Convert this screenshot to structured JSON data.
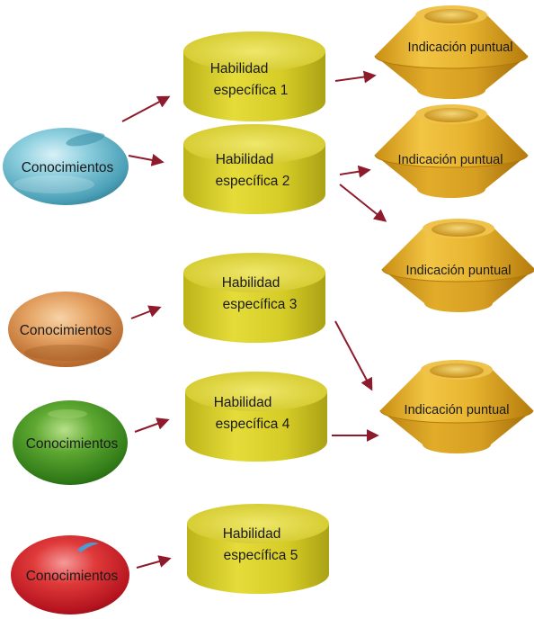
{
  "colors": {
    "knowledge": [
      "#5fb3c8",
      "#d98c45",
      "#3e8f23",
      "#cf1f2a"
    ],
    "skill": "#dcd22a",
    "indication": "#e0a81e",
    "arrow": "#8e1b2c"
  },
  "knowledge": [
    {
      "label": "Conocimientos"
    },
    {
      "label": "Conocimientos"
    },
    {
      "label": "Conocimientos"
    },
    {
      "label": "Conocimientos"
    }
  ],
  "skills": [
    {
      "line1": "Habilidad",
      "line2": "específica 1"
    },
    {
      "line1": "Habilidad",
      "line2": "específica 2"
    },
    {
      "line1": "Habilidad",
      "line2": "específica 3"
    },
    {
      "line1": "Habilidad",
      "line2": "específica 4"
    },
    {
      "line1": "Habilidad",
      "line2": "específica 5"
    }
  ],
  "indications": [
    {
      "label": "Indicación puntual"
    },
    {
      "label": "Indicación puntual"
    },
    {
      "label": "Indicación puntual"
    },
    {
      "label": "Indicación puntual"
    }
  ]
}
